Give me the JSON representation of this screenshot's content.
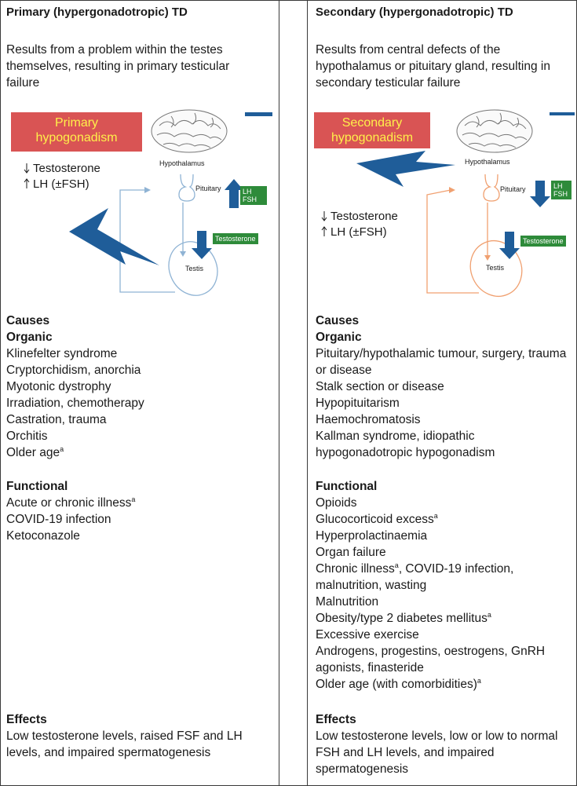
{
  "left": {
    "title": "Primary (hypergonadotropic) TD",
    "description": "Results from a problem within the testes themselves, resulting in primary testicular failure",
    "diagram": {
      "box_line1": "Primary",
      "box_line2": "hypogonadism",
      "effect1": "Testosterone",
      "effect2": "LH (±FSH)",
      "hypothalamus": "Hypothalamus",
      "pituitary": "Pituitary",
      "lh": "LH",
      "fsh": "FSH",
      "testosterone_label": "Testosterone",
      "testis": "Testis"
    },
    "causes_heading": "Causes",
    "organic_heading": "Organic",
    "organic_items": [
      "Klinefelter syndrome",
      "Cryptorchidism, anorchia",
      "Myotonic dystrophy",
      "Irradiation, chemotherapy",
      "Castration, trauma",
      "Orchitis"
    ],
    "organic_last": "Older age",
    "functional_heading": "Functional",
    "functional_first": "Acute or chronic illness",
    "functional_items": [
      "COVID-19 infection",
      "Ketoconazole"
    ],
    "effects_heading": "Effects",
    "effects_text": "Low testosterone levels, raised FSF and LH levels, and impaired spermatogenesis"
  },
  "right": {
    "title": "Secondary (hypergonadotropic) TD",
    "description": "Results from central defects of the hypothalamus or pituitary gland, resulting in secondary testicular failure",
    "diagram": {
      "box_line1": "Secondary",
      "box_line2": "hypogonadism",
      "effect1": "Testosterone",
      "effect2": "LH (±FSH)",
      "hypothalamus": "Hypothalamus",
      "pituitary": "Pituitary",
      "lh": "LH",
      "fsh": "FSH",
      "testosterone_label": "Testosterone",
      "testis": "Testis"
    },
    "causes_heading": "Causes",
    "organic_heading": "Organic",
    "organic_items": [
      "Pituitary/hypothalamic tumour, surgery, trauma or disease",
      "Stalk section or disease",
      "Hypopituitarism",
      "Haemochromatosis",
      "Kallman syndrome, idiopathic hypogonadotropic hypogonadism"
    ],
    "functional_heading": "Functional",
    "func_opioids": "Opioids",
    "func_gluco": "Glucocorticoid excess",
    "func_hyper": "Hyperprolactinaemia",
    "func_organ": "Organ failure",
    "func_chronic_a": "Chronic illness",
    "func_chronic_b": ", COVID-19 infection, malnutrition, wasting",
    "func_malnutrition": "Malnutrition",
    "func_obesity": "Obesity/type 2 diabetes mellitus",
    "func_exercise": "Excessive exercise",
    "func_androgens": "Androgens, progestins, oestrogens, GnRH agonists, finasteride",
    "func_older": "Older age (with comorbidities)",
    "effects_heading": "Effects",
    "effects_text": "Low testosterone levels, low or low to normal FSH and LH levels, and impaired spermatogenesis"
  },
  "footnote_marker": "a",
  "colors": {
    "hypo_box": "#d95454",
    "box_text": "#fff04a",
    "arrow_blue": "#1f5d99",
    "green_label": "#2e8b3a",
    "left_line": "#8fb3d4",
    "right_line": "#f0a070"
  }
}
